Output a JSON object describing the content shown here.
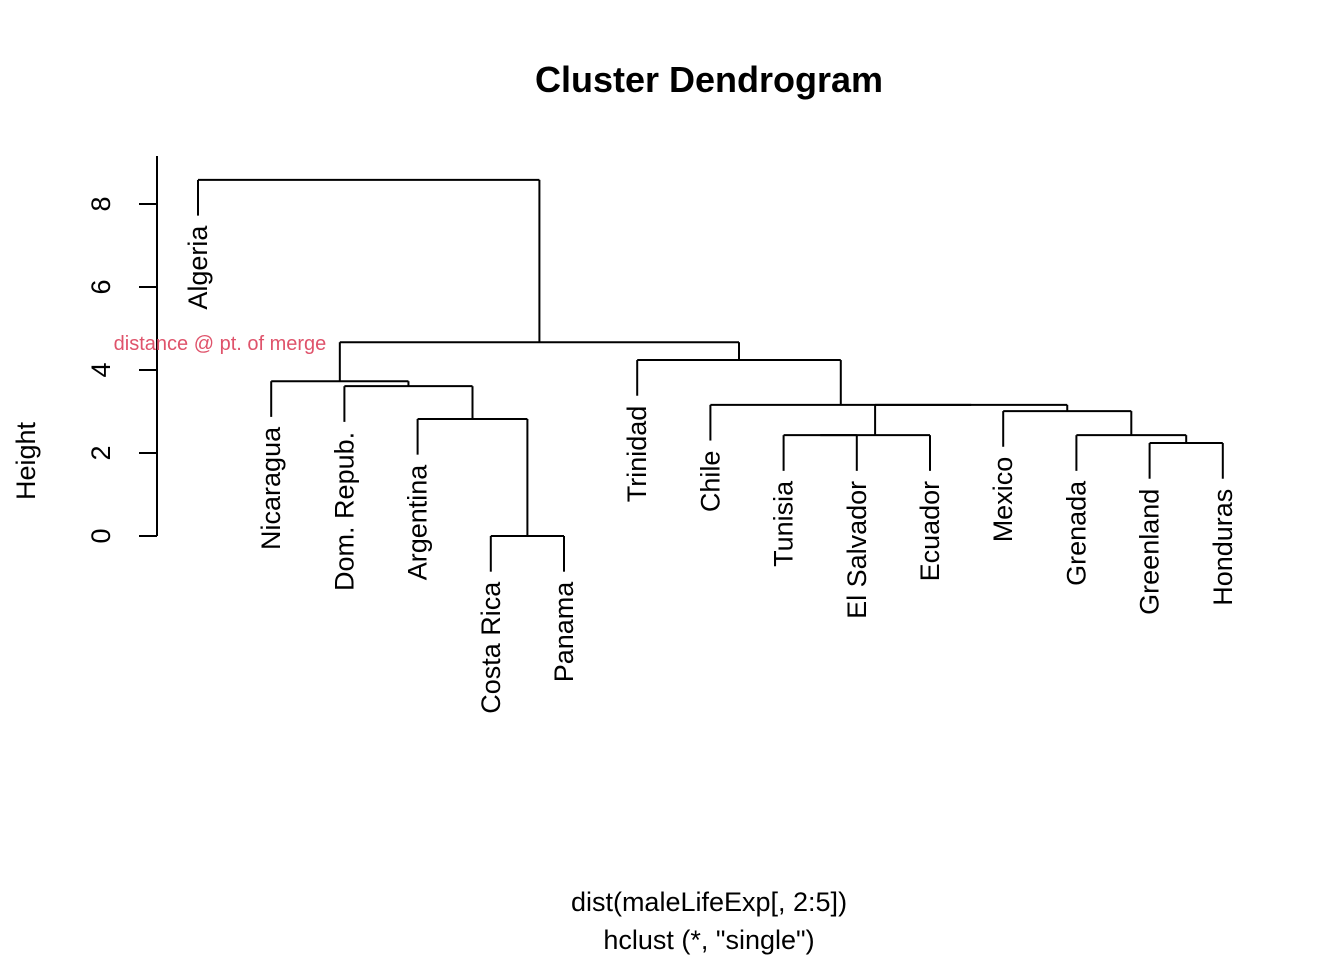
{
  "chart_data": {
    "type": "dendrogram",
    "title": "Cluster Dendrogram",
    "xlabel": "dist(maleLifeExp[, 2:5])",
    "sub": "hclust (*, \"single\")",
    "ylabel": "Height",
    "ylim": [
      0,
      9
    ],
    "yticks": [
      0,
      2,
      4,
      6,
      8
    ],
    "annotation": {
      "text": "distance @ pt. of merge",
      "color": "#DF536B",
      "height": 4.67
    },
    "leaves": [
      "Algeria",
      "Nicaragua",
      "Dom. Repub.",
      "Argentina",
      "Costa Rica",
      "Panama",
      "Trinidad",
      "Chile",
      "Tunisia",
      "El Salvador",
      "Ecuador",
      "Mexico",
      "Grenada",
      "Greenland",
      "Honduras"
    ],
    "merges": [
      {
        "id": "m1",
        "left": "Costa Rica",
        "right": "Panama",
        "height": 0.0
      },
      {
        "id": "m2",
        "left": "Greenland",
        "right": "Honduras",
        "height": 2.24
      },
      {
        "id": "m3",
        "left": "Tunisia",
        "right": "El Salvador",
        "height": 2.43
      },
      {
        "id": "m4",
        "left": "m3",
        "right": "Ecuador",
        "height": 2.43
      },
      {
        "id": "m5",
        "left": "Grenada",
        "right": "m2",
        "height": 2.43
      },
      {
        "id": "m6",
        "left": "Argentina",
        "right": "m1",
        "height": 2.82
      },
      {
        "id": "m7",
        "left": "Mexico",
        "right": "m5",
        "height": 3.01
      },
      {
        "id": "m8",
        "left": "m4",
        "right": "m7",
        "height": 3.16
      },
      {
        "id": "m9",
        "left": "Chile",
        "right": "m8",
        "height": 3.16
      },
      {
        "id": "m10",
        "left": "Dom. Repub.",
        "right": "m6",
        "height": 3.61
      },
      {
        "id": "m11",
        "left": "Nicaragua",
        "right": "m10",
        "height": 3.73
      },
      {
        "id": "m12",
        "left": "Trinidad",
        "right": "m9",
        "height": 4.24
      },
      {
        "id": "m13",
        "left": "m11",
        "right": "m12",
        "height": 4.67
      },
      {
        "id": "m14",
        "left": "Algeria",
        "right": "m13",
        "height": 8.58
      }
    ],
    "hang": 0.86,
    "grid": false
  }
}
